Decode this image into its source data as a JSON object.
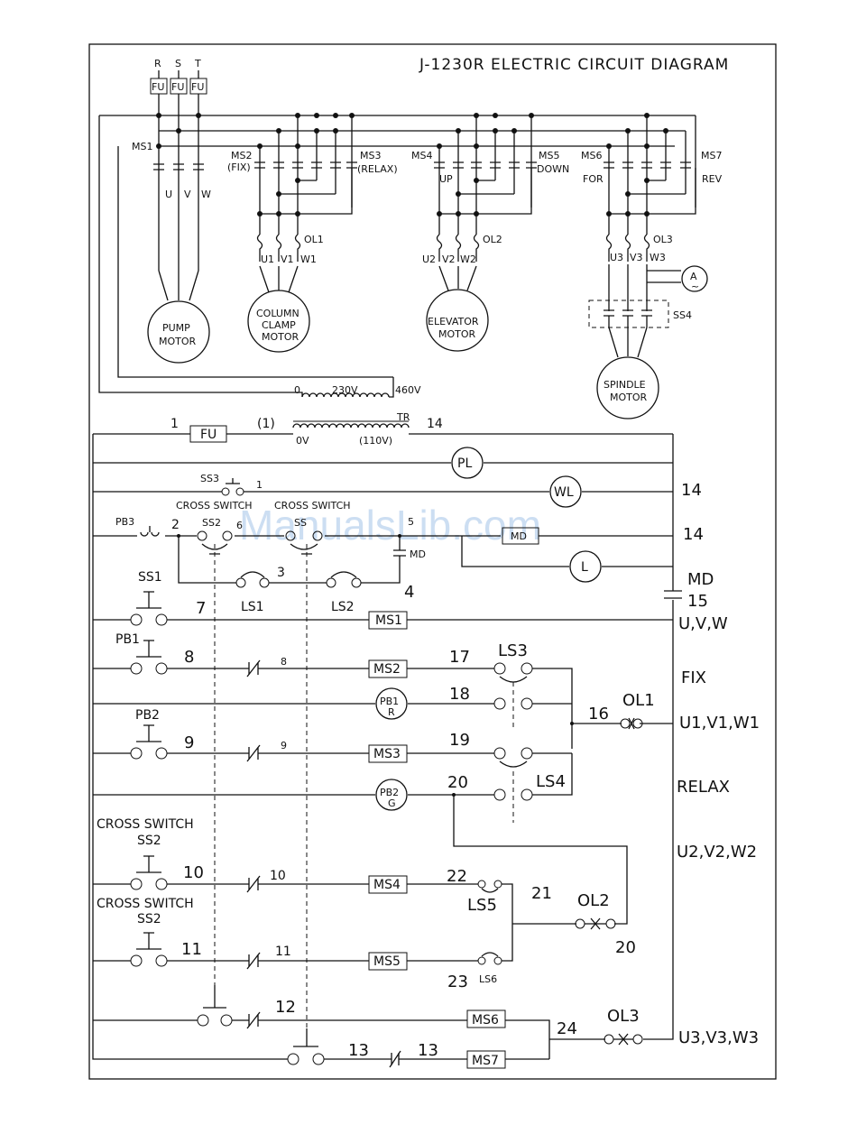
{
  "title": "J-1230R ELECTRIC CIRCUIT DIAGRAM",
  "watermark": "ManualsLib.com",
  "supply": {
    "phases": [
      "R",
      "S",
      "T"
    ],
    "fuse": "FU"
  },
  "power": {
    "ms1": "MS1",
    "pump": {
      "terms": [
        "U",
        "V",
        "W"
      ],
      "line1": "PUMP",
      "line2": "MOTOR"
    },
    "clamp": {
      "ms_a": "MS2",
      "ms_a_sub": "(FIX)",
      "ms_b": "MS3",
      "ms_b_sub": "(RELAX)",
      "ol": "OL1",
      "terms": [
        "U1",
        "V1",
        "W1"
      ],
      "line1": "COLUMN",
      "line2": "CLAMP",
      "line3": "MOTOR"
    },
    "elevator": {
      "ms_a": "MS4",
      "ms_a_sub": "UP",
      "ms_b": "MS5",
      "ms_b_sub": "DOWN",
      "ol": "OL2",
      "terms": [
        "U2",
        "V2",
        "W2"
      ],
      "line1": "ELEVATOR",
      "line2": "MOTOR"
    },
    "spindle": {
      "ms_a": "MS6",
      "ms_a_sub": "FOR",
      "ms_b": "MS7",
      "ms_b_sub": "REV",
      "ol": "OL3",
      "terms": [
        "U3",
        "V3",
        "W3"
      ],
      "ss": "SS4",
      "ammeter": "A",
      "ammeter_sub": "~",
      "line1": "SPINDLE",
      "line2": "MOTOR"
    },
    "transformer": {
      "t0": "0",
      "t230": "230V",
      "t460": "460V"
    }
  },
  "control": {
    "n1": "1",
    "fu": "FU",
    "n1p": "(1)",
    "tr": "TR",
    "n14": "14",
    "v0": "0V",
    "v110": "(110V)",
    "pl": "PL",
    "ss3": "SS3",
    "ss3n": "1",
    "wl": "WL",
    "n14b": "14",
    "n14c": "14",
    "pb3": "PB3",
    "n2": "2",
    "cross1": "CROSS SWITCH",
    "cross2": "CROSS SWITCH",
    "ss2a": "SS2",
    "n6": "6",
    "ss2b": "SS",
    "n5": "5",
    "md": "MD",
    "md_coil": "MD",
    "lamp_l": "L",
    "md_cap": "MD",
    "n15": "15",
    "n3": "3",
    "ls1": "LS1",
    "ls2": "LS2",
    "n4": "4",
    "ss1": "SS1",
    "n7": "7",
    "ms1": "MS1",
    "uvw": "U,V,W",
    "pb1": "PB1",
    "n8": "8",
    "n8b": "8",
    "ms2": "MS2",
    "n17": "17",
    "ls3": "LS3",
    "fix": "FIX",
    "pb1r_top": "PB1",
    "pb1r_bot": "R",
    "n18": "18",
    "n16": "16",
    "ol1": "OL1",
    "uvw1": "U1,V1,W1",
    "pb2": "PB2",
    "n9": "9",
    "n9b": "9",
    "ms3": "MS3",
    "n19": "19",
    "pb2g_top": "PB2",
    "pb2g_bot": "G",
    "n20": "20",
    "ls4": "LS4",
    "relax": "RELAX",
    "cs3": "CROSS SWITCH",
    "ss2c": "SS2",
    "n10": "10",
    "n10b": "10",
    "ms4": "MS4",
    "n22": "22",
    "ls5": "LS5",
    "n21": "21",
    "ol2": "OL2",
    "n20b": "20",
    "uvw2": "U2,V2,W2",
    "cs4": "CROSS SWITCH",
    "ss2d": "SS2",
    "n11": "11",
    "n11b": "11",
    "ms5": "MS5",
    "n23": "23",
    "ls6": "LS6",
    "n12": "12",
    "ms6": "MS6",
    "n24": "24",
    "ol3": "OL3",
    "uvw3": "U3,V3,W3",
    "n13": "13",
    "n13b": "13",
    "ms7": "MS7"
  }
}
